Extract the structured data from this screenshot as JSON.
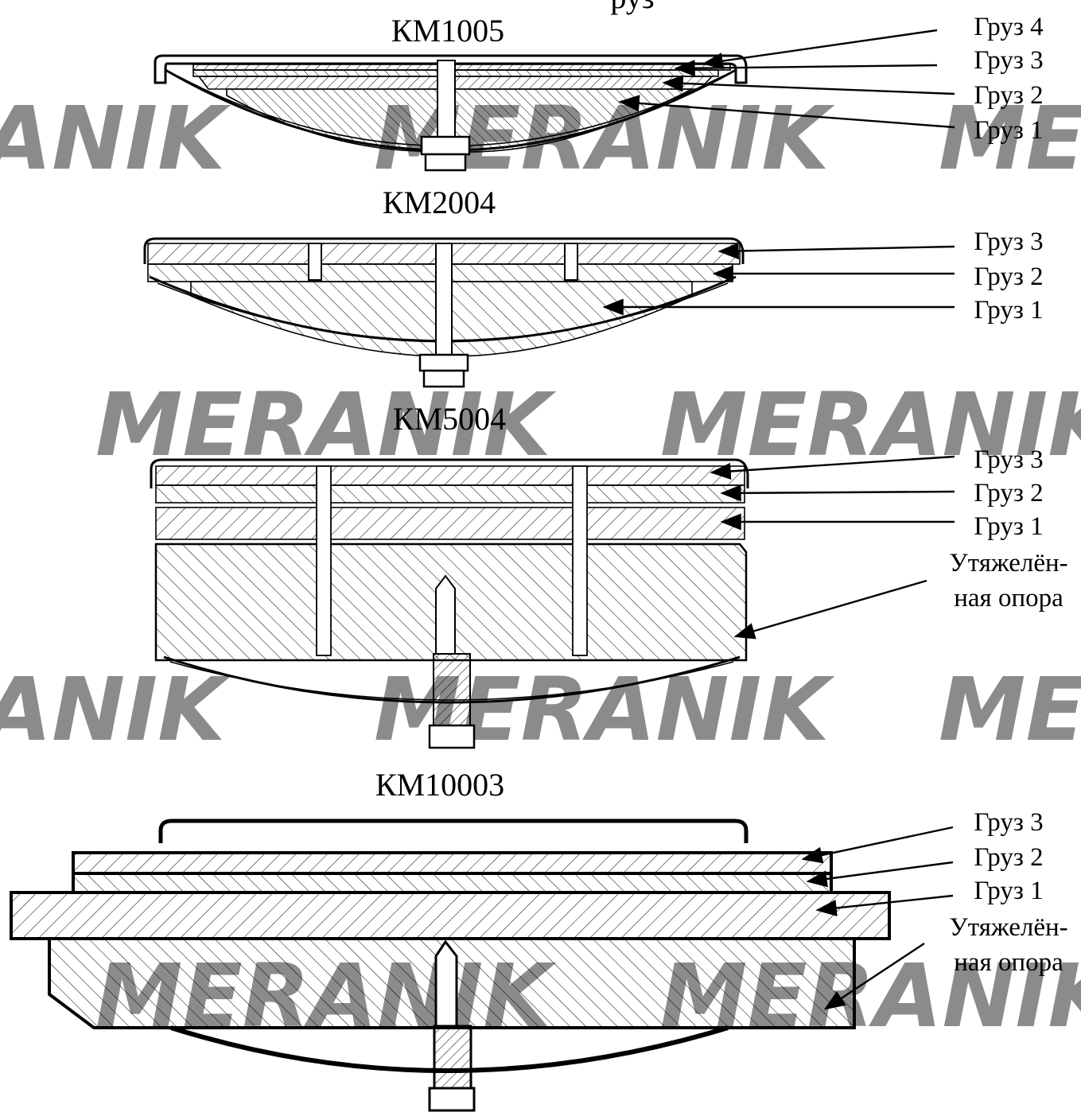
{
  "header_fragment": "руз",
  "sections": [
    {
      "id": "km1005",
      "title": "КМ1005",
      "labels": [
        "Груз 4",
        "Груз 3",
        "Груз 2",
        "Груз 1"
      ]
    },
    {
      "id": "km2004",
      "title": "КМ2004",
      "labels": [
        "Груз 3",
        "Груз 2",
        "Груз 1"
      ]
    },
    {
      "id": "km5004",
      "title": "КМ5004",
      "labels": [
        "Груз 3",
        "Груз 2",
        "Груз 1"
      ],
      "support_label": [
        "Утяжелён-",
        "ная опора"
      ]
    },
    {
      "id": "km10003",
      "title": "КМ10003",
      "labels": [
        "Груз 3",
        "Груз 2",
        "Груз 1"
      ],
      "support_label": [
        "Утяжелён-",
        "ная опора"
      ]
    }
  ],
  "watermark": {
    "text": "MERANIK",
    "fragment_text": "ANIK",
    "fragment_text_right": "ME",
    "colors": [
      "#f6c8a0",
      "#cfe0f2"
    ]
  }
}
